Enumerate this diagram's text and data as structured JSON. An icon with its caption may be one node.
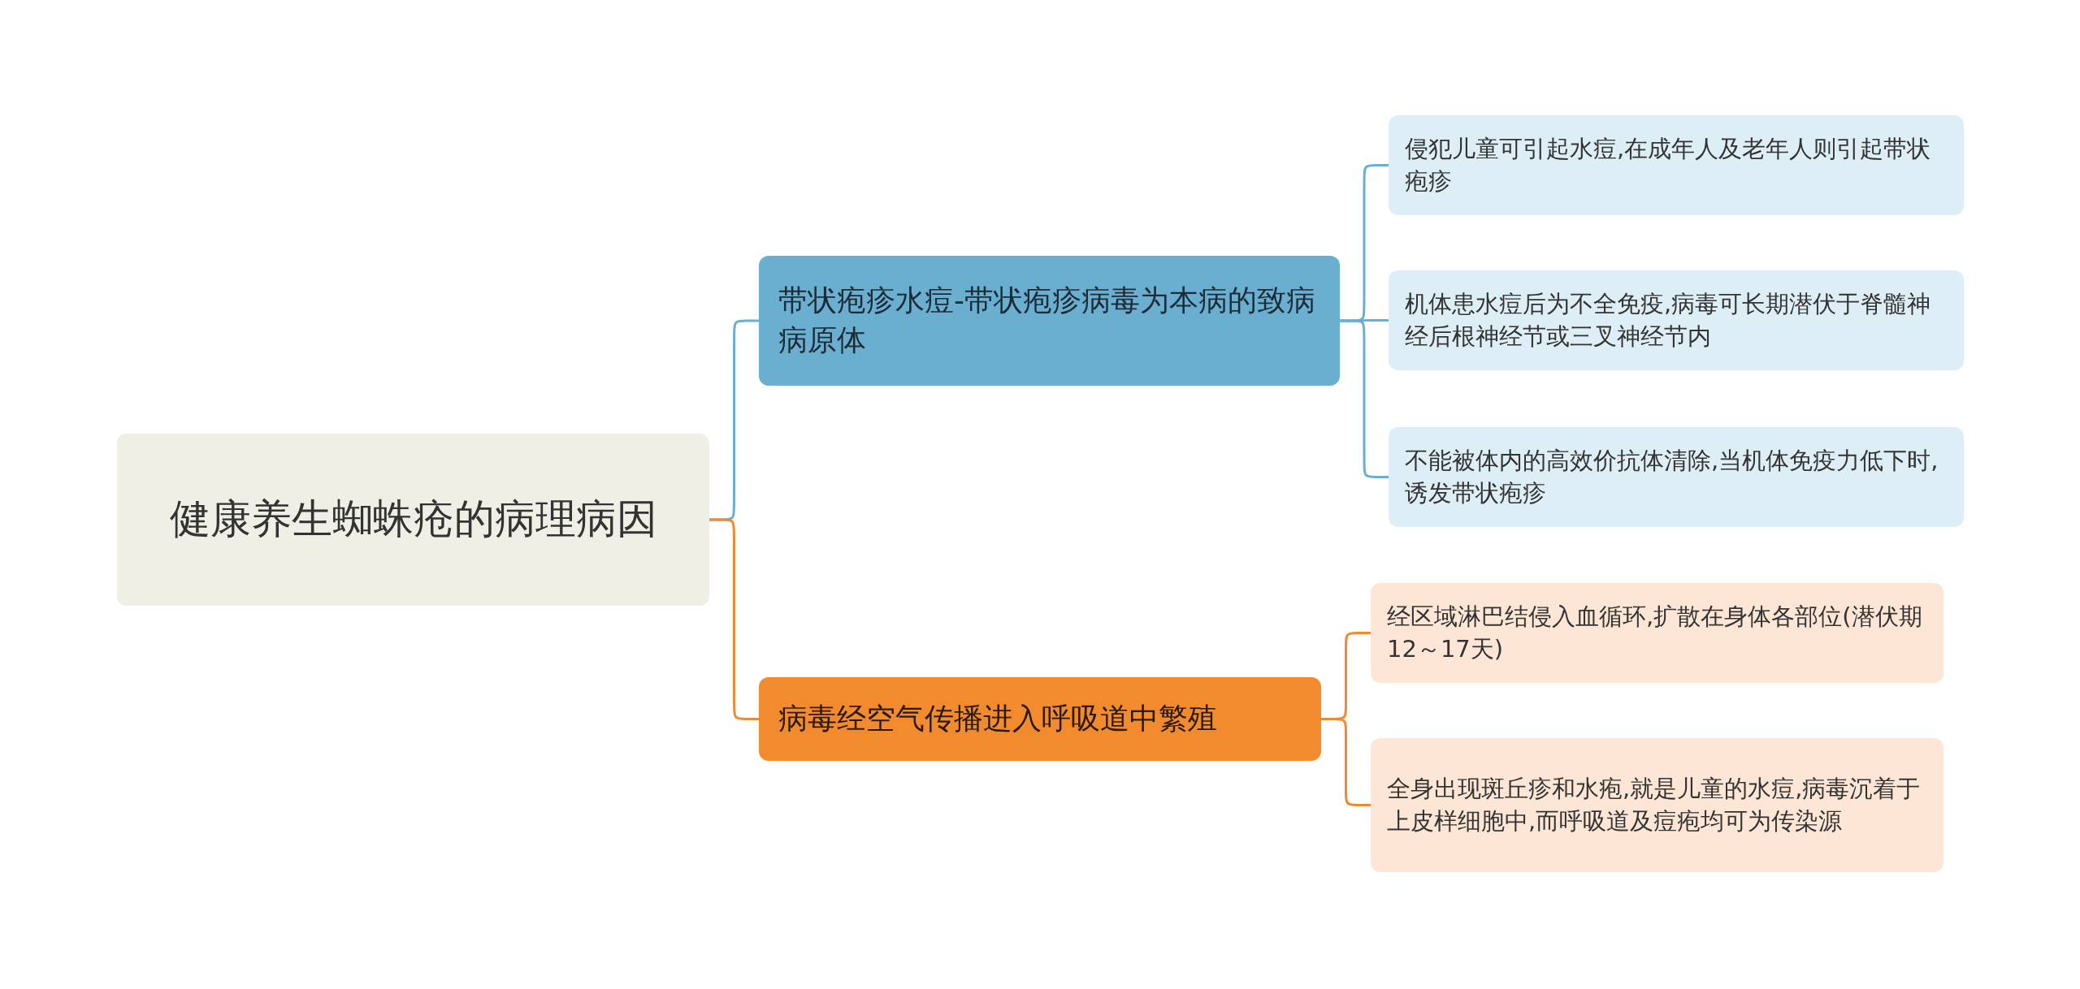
{
  "diagram": {
    "nodes": [
      {
        "text": [
          "健康养生蜘蛛疮的病理病因"
        ]
      },
      {
        "text": [
          "带状疱疹水痘-带状疱疹病毒为本病的致病病原体"
        ]
      },
      {
        "text": [
          "病毒经空气传播进入呼吸道中繁殖"
        ]
      },
      {
        "text": [
          "侵犯儿童可引起水痘,在成年人及老年人则引起带状疱疹"
        ]
      },
      {
        "text": [
          "机体患水痘后为不全免疫,病毒可长期潜伏于脊髓神经后根神经节或三叉神经节内"
        ]
      },
      {
        "text": [
          "不能被体内的高效价抗体清除,当机体免疫力低下时,诱发带状疱疹"
        ]
      },
      {
        "text": [
          "经区域淋巴结侵入血循环,扩散在身体各部位(潜伏期12～17天)"
        ]
      },
      {
        "text": [
          "全身出现斑丘疹和水疱,就是儿童的水痘,病毒沉着于上皮样细胞中,而呼吸道及痘疱均可为传染源"
        ]
      }
    ],
    "edges": [
      {
        "from": 0,
        "to": 1,
        "arrow": "none"
      },
      {
        "from": 0,
        "to": 2,
        "arrow": "none",
        "color": "#f0892f"
      },
      {
        "from": 1,
        "to": 3,
        "arrow": "none"
      },
      {
        "from": 1,
        "to": 4,
        "arrow": "none"
      },
      {
        "from": 1,
        "to": 5,
        "arrow": "none"
      },
      {
        "from": 2,
        "to": 6,
        "arrow": "none",
        "color": "#f0892f"
      },
      {
        "from": 2,
        "to": 7,
        "arrow": "none",
        "color": "#f0892f"
      }
    ]
  }
}
